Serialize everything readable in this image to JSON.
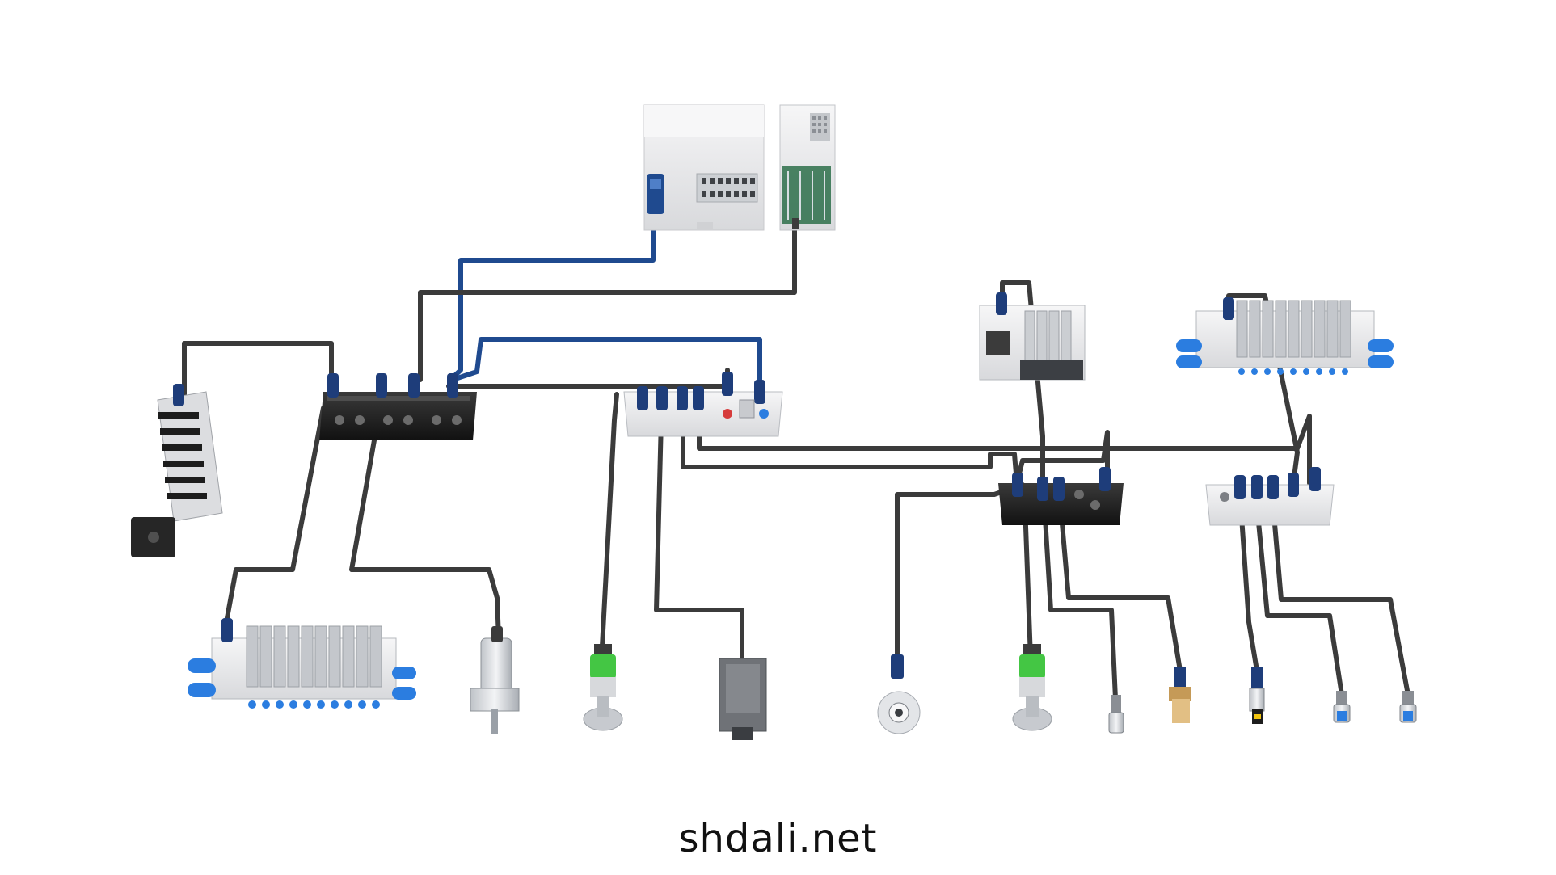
{
  "watermark": {
    "text": "shdali.net"
  },
  "colors": {
    "background": "#ffffff",
    "cable_dark": "#3b3b3b",
    "cable_blue": "#1f4a8f",
    "connector_blue": "#1e3d7a",
    "module_black": "#202020",
    "module_white": "#e9eaec",
    "fitting_blue": "#2b7de0",
    "signal_green": "#44c644"
  },
  "devices": [
    {
      "id": "plc-controller",
      "type": "PLC controller",
      "icon": "plc-icon"
    },
    {
      "id": "io-rack",
      "type": "I/O rack",
      "icon": "rack-icon"
    },
    {
      "id": "io-hub-black-left",
      "type": "IO-Link hub",
      "icon": "hub-icon"
    },
    {
      "id": "io-hub-white-center",
      "type": "IO-Link master",
      "icon": "hub-icon"
    },
    {
      "id": "io-hub-black-right",
      "type": "IO-Link hub",
      "icon": "hub-icon"
    },
    {
      "id": "io-hub-white-right",
      "type": "IO-Link hub",
      "icon": "hub-icon"
    },
    {
      "id": "valve-terminal-vertical",
      "type": "valve terminal",
      "icon": "valve-manifold-icon"
    },
    {
      "id": "valve-terminal-bottom-left",
      "type": "valve terminal",
      "icon": "valve-manifold-icon"
    },
    {
      "id": "valve-terminal-top-right",
      "type": "valve terminal",
      "icon": "valve-manifold-icon"
    },
    {
      "id": "valve-island-small",
      "type": "valve island",
      "icon": "valve-manifold-icon"
    },
    {
      "id": "cylinder",
      "type": "cylinder",
      "icon": "cylinder-icon"
    },
    {
      "id": "signal-tower-1",
      "type": "signal light",
      "icon": "signal-tower-icon"
    },
    {
      "id": "signal-tower-2",
      "type": "signal light",
      "icon": "signal-tower-icon"
    },
    {
      "id": "power-supply",
      "type": "power unit",
      "icon": "power-box-icon"
    },
    {
      "id": "encoder",
      "type": "rotary encoder",
      "icon": "encoder-icon"
    },
    {
      "id": "sensor-1",
      "type": "proximity sensor",
      "icon": "sensor-icon"
    },
    {
      "id": "sensor-2",
      "type": "sensor",
      "icon": "sensor-icon"
    },
    {
      "id": "sensor-3",
      "type": "sensor",
      "icon": "sensor-icon"
    },
    {
      "id": "sensor-4",
      "type": "proximity sensor",
      "icon": "sensor-icon"
    },
    {
      "id": "sensor-5",
      "type": "proximity sensor",
      "icon": "sensor-icon"
    }
  ]
}
